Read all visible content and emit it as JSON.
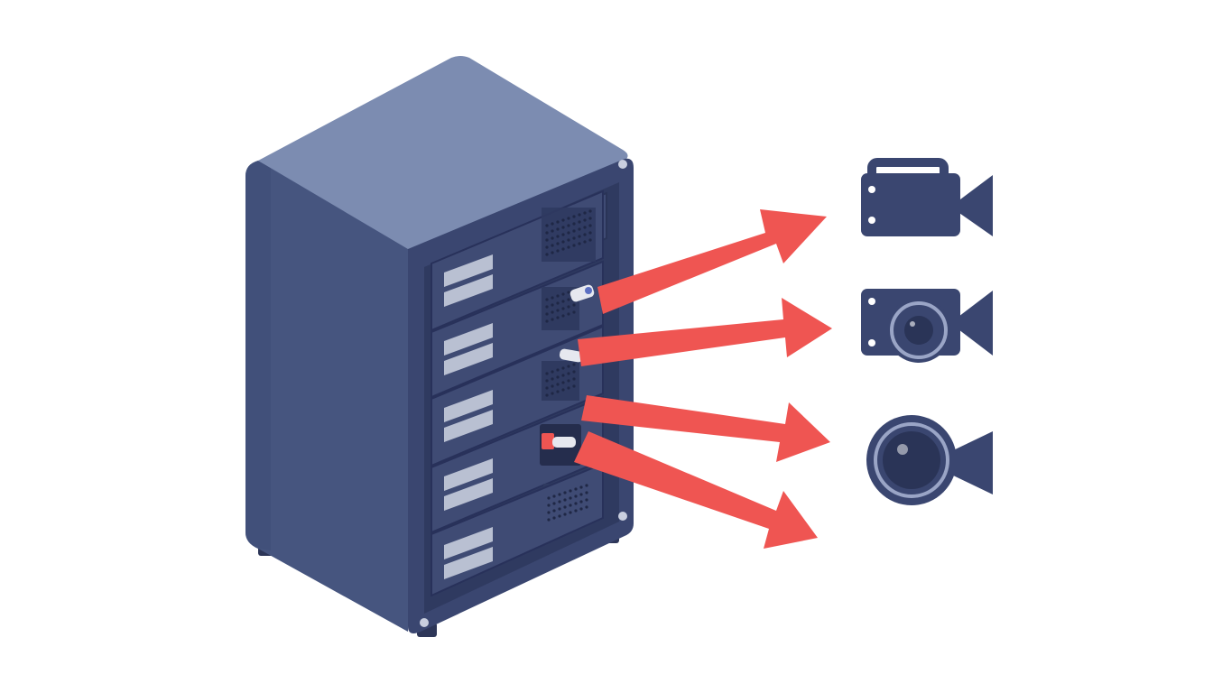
{
  "diagram": {
    "server": {
      "rack_units": 5,
      "body_color": "#46557f",
      "front_color": "#3a4670",
      "top_color": "#7c8cb1",
      "bay_color": "#3f4b74",
      "drive_slot_color": "#b9c0d2"
    },
    "connection_color": "#ef5552",
    "cable_color": "#e6e8ef",
    "camera_color": "#3a4670",
    "lens_ring_color": "#9aa5c6",
    "connections": [
      {
        "from_bay": 2,
        "to": "camcorder-icon"
      },
      {
        "from_bay": 3,
        "to": "video-camera-icon"
      },
      {
        "from_bay": 4,
        "to": "webcam-icon"
      },
      {
        "from_bay": 4,
        "to": "webcam-icon"
      }
    ],
    "devices": [
      {
        "icon": "camcorder-icon"
      },
      {
        "icon": "video-camera-icon"
      },
      {
        "icon": "webcam-icon"
      }
    ]
  }
}
